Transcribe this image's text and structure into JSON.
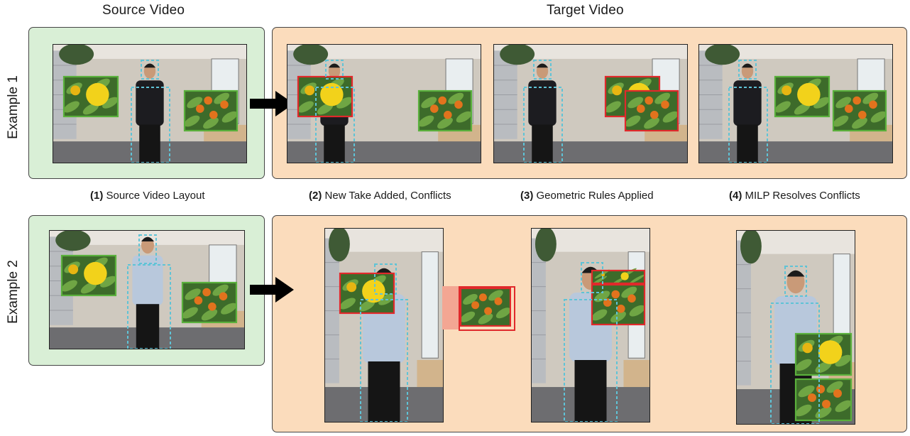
{
  "headers": {
    "source": "Source Video",
    "target": "Target Video"
  },
  "rows": [
    {
      "label": "Example 1"
    },
    {
      "label": "Example 2"
    }
  ],
  "steps": [
    {
      "num": "(1)",
      "text": "Source Video Layout"
    },
    {
      "num": "(2)",
      "text": "New Take Added, Conflicts"
    },
    {
      "num": "(3)",
      "text": "Geometric Rules Applied"
    },
    {
      "num": "(4)",
      "text": "MILP Resolves Conflicts"
    }
  ],
  "colors": {
    "source_panel": "#d9efd6",
    "target_panel": "#fbdcbc",
    "ok_box": "#5ab03c",
    "conflict_box": "#e0292b",
    "person_box": "#5fc3d6"
  }
}
